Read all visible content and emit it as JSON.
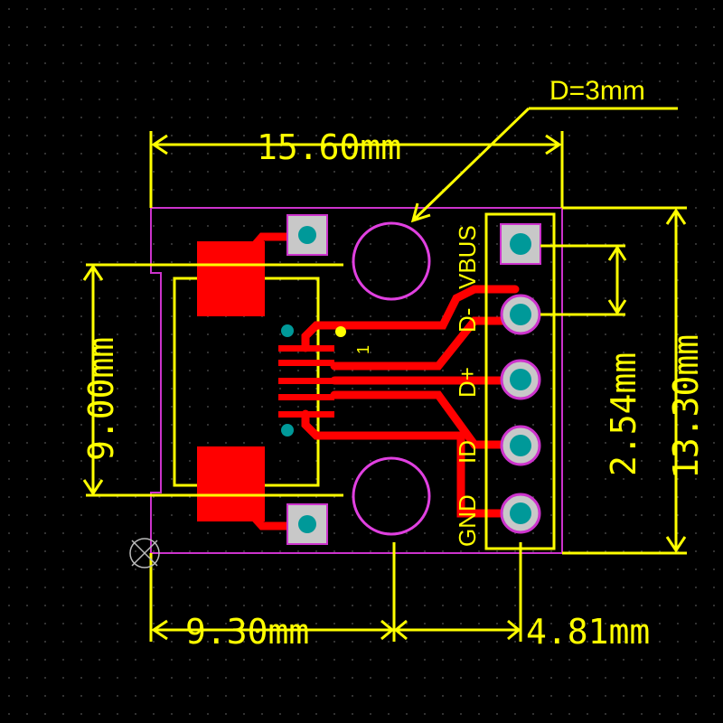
{
  "title": "Micro USB breakout PCB layout",
  "dimensions": {
    "width_total": "15.60mm",
    "hole_diameter": "D=3mm",
    "connector_height": "9.00mm",
    "board_height": "13.30mm",
    "pin_pitch": "2.54mm",
    "hole_offset": "9.30mm",
    "header_offset": "4.81mm"
  },
  "pins": [
    "VBUS",
    "D-",
    "D+",
    "ID",
    "GND"
  ],
  "pin1_marker": "1",
  "colors": {
    "background": "#000000",
    "silkscreen": "#ffff00",
    "copper": "#ff0000",
    "outline": "#cc33cc",
    "drill": "#009999",
    "pad": "#c8c8c8"
  }
}
